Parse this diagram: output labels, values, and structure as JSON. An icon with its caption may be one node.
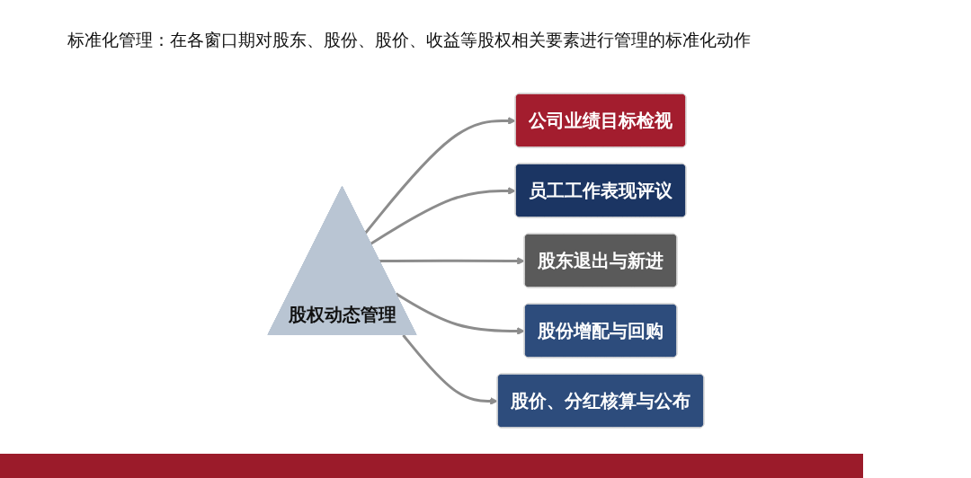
{
  "diagram": {
    "title": "标准化管理：在各窗口期对股东、股份、股价、收益等股权相关要素进行管理的标准化动作",
    "nodes": [
      {
        "text": [
          "股权动态管理"
        ]
      },
      {
        "text": [
          "公司业绩目标检视"
        ]
      },
      {
        "text": [
          "员工工作表现评议"
        ]
      },
      {
        "text": [
          "股东退出与新进"
        ]
      },
      {
        "text": [
          "股份增配与回购"
        ]
      },
      {
        "text": [
          "股价、分红核算与公布"
        ]
      }
    ],
    "edges": [
      {
        "from": 0,
        "to": 1,
        "arrow": "to"
      },
      {
        "from": 0,
        "to": 2,
        "arrow": "to"
      },
      {
        "from": 0,
        "to": 3,
        "arrow": "to"
      },
      {
        "from": 0,
        "to": 4,
        "arrow": "to"
      },
      {
        "from": 0,
        "to": 5,
        "arrow": "to"
      }
    ]
  }
}
